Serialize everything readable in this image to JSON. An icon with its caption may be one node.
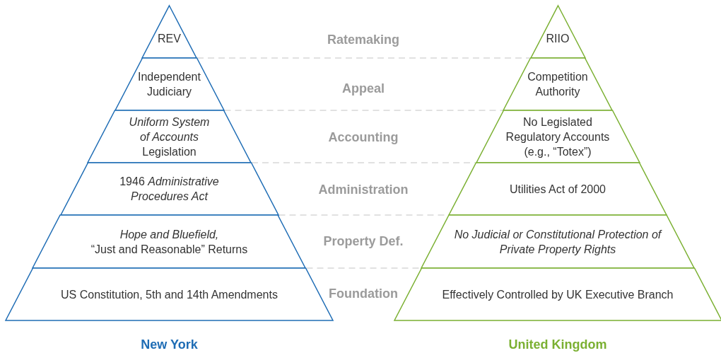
{
  "diagram": {
    "nodes": [
      {
        "text": [
          "REV"
        ]
      },
      {
        "text": [
          "Independent Judiciary"
        ]
      },
      {
        "text": [
          "*Uniform System of Accounts* Legislation"
        ]
      },
      {
        "text": [
          "1946 *Administrative Procedures Act*"
        ]
      },
      {
        "text": [
          "Hope and Bluefield,",
          "“Just and Reasonable” Returns"
        ]
      },
      {
        "text": [
          "US Constitution, 5th and 14th Amendments"
        ]
      },
      {
        "text": [
          "RIIO"
        ]
      },
      {
        "text": [
          "Competition Authority"
        ]
      },
      {
        "text": [
          "No Legislated Regulatory Accounts (e.g., “Totex”)"
        ]
      },
      {
        "text": [
          "Utilities Act of 2000"
        ]
      },
      {
        "text": [
          "No Judicial or Constitutional Protection of Private Property Rights"
        ]
      },
      {
        "text": [
          "Effectively Controlled by UK Executive Branch"
        ]
      }
    ],
    "edges": [
      {
        "from": 0,
        "to": 6,
        "arrow": "none",
        "style": "dashed"
      },
      {
        "from": 1,
        "to": 7,
        "arrow": "none",
        "style": "dashed"
      },
      {
        "from": 2,
        "to": 8,
        "arrow": "none",
        "style": "dashed"
      },
      {
        "from": 3,
        "to": 9,
        "arrow": "none",
        "style": "dashed"
      },
      {
        "from": 4,
        "to": 10,
        "arrow": "none",
        "style": "dashed"
      }
    ],
    "labels": [
      "Ratemaking",
      "Appeal",
      "Accounting",
      "Administration",
      "Property Def.",
      "Foundation",
      "New York",
      "United Kingdom"
    ]
  }
}
